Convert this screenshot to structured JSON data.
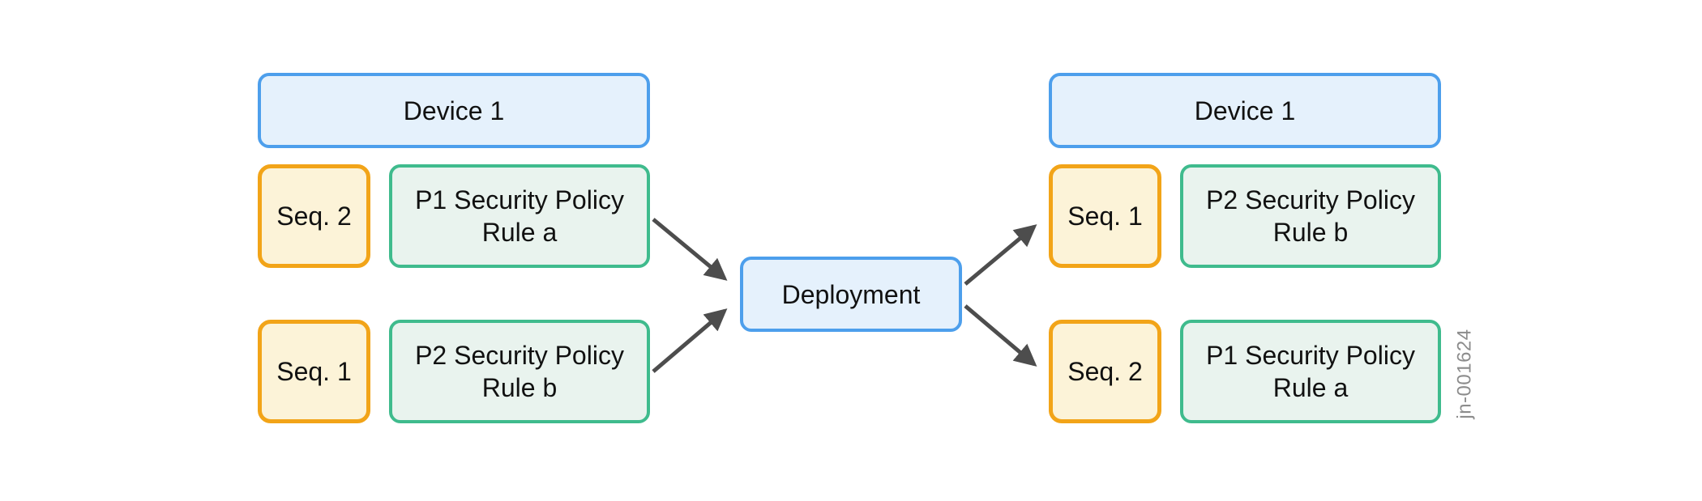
{
  "colors": {
    "blue_border": "#4d9fec",
    "blue_fill": "#e5f1fc",
    "orange_border": "#f2a418",
    "orange_fill": "#fcf3d8",
    "green_border": "#3fbb8d",
    "green_fill": "#e9f3ee",
    "arrow": "#4d4d4d",
    "figure_id_text": "#8c8c8c",
    "background": "#ffffff"
  },
  "diagram": {
    "left": {
      "device_label": "Device 1",
      "rows": [
        {
          "seq": "Seq. 2",
          "rule_line1": "P1 Security Policy",
          "rule_line2": "Rule a"
        },
        {
          "seq": "Seq. 1",
          "rule_line1": "P2 Security Policy",
          "rule_line2": "Rule b"
        }
      ]
    },
    "center": {
      "label": "Deployment"
    },
    "right": {
      "device_label": "Device 1",
      "rows": [
        {
          "seq": "Seq. 1",
          "rule_line1": "P2 Security Policy",
          "rule_line2": "Rule b"
        },
        {
          "seq": "Seq. 2",
          "rule_line1": "P1 Security Policy",
          "rule_line2": "Rule a"
        }
      ]
    },
    "figure_id": "jn-001624"
  }
}
